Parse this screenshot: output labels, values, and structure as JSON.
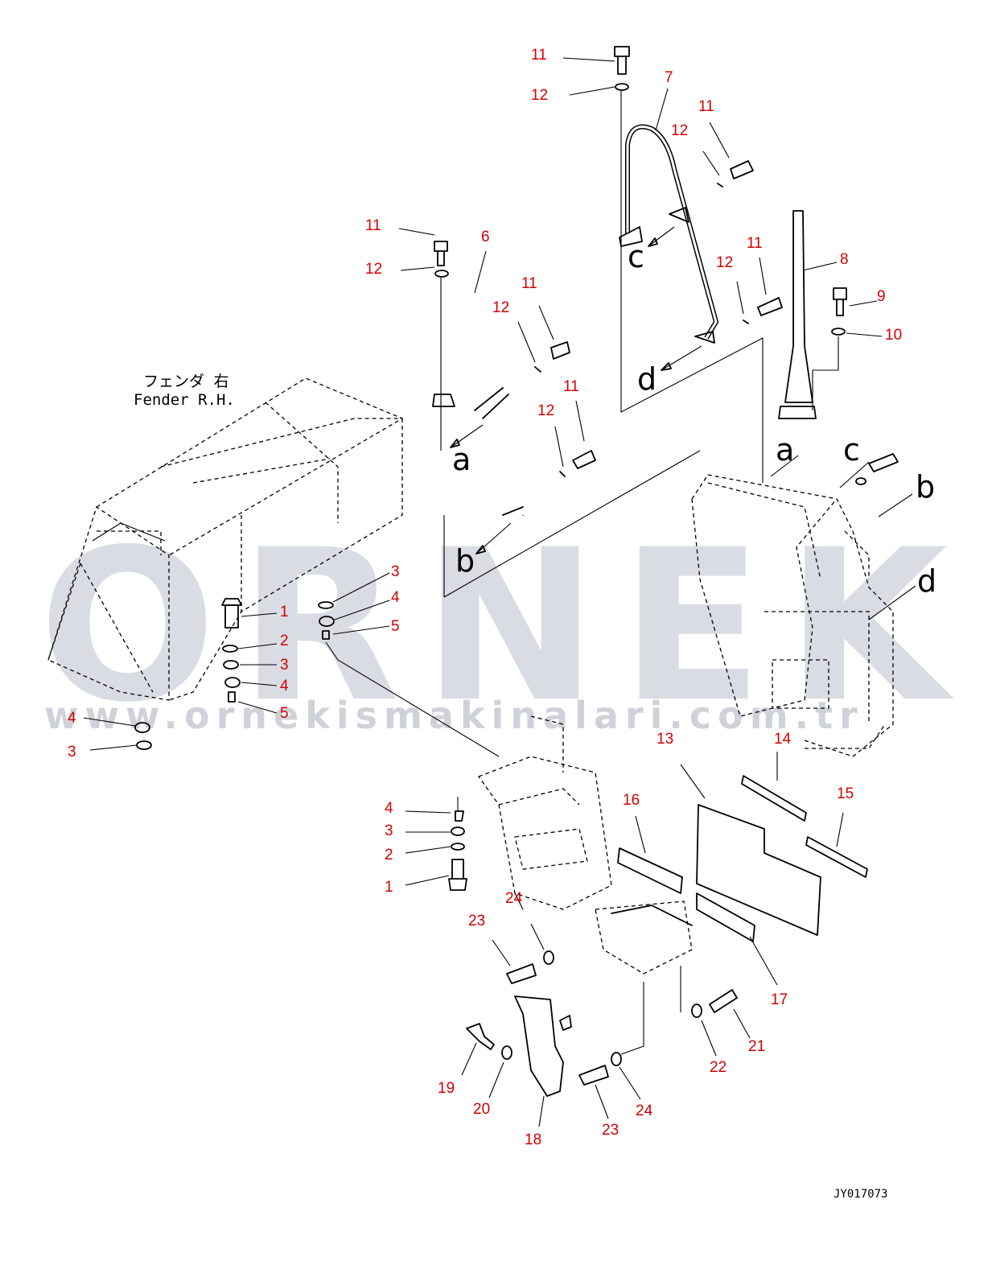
{
  "watermark": {
    "brand": "ORNEK",
    "url": "www.ornekismakinalari.com.tr",
    "color": "#d9dce2"
  },
  "captions": {
    "fender_jp": "フェンダ 右",
    "fender_en": "Fender R.H."
  },
  "drawing_code": "JY017073",
  "ref_letters": {
    "a": "a",
    "b": "b",
    "c": "c",
    "d": "d"
  },
  "colors": {
    "part_number": "#d40000",
    "line": "#000000"
  },
  "part_numbers": {
    "p1": "1",
    "p2": "2",
    "p3": "3",
    "p4": "4",
    "p5": "5",
    "p6": "6",
    "p7": "7",
    "p8": "8",
    "p9": "9",
    "p10": "10",
    "p11": "11",
    "p12": "12",
    "p13": "13",
    "p14": "14",
    "p15": "15",
    "p16": "16",
    "p17": "17",
    "p18": "18",
    "p19": "19",
    "p20": "20",
    "p21": "21",
    "p22": "22",
    "p23": "23",
    "p24": "24"
  }
}
